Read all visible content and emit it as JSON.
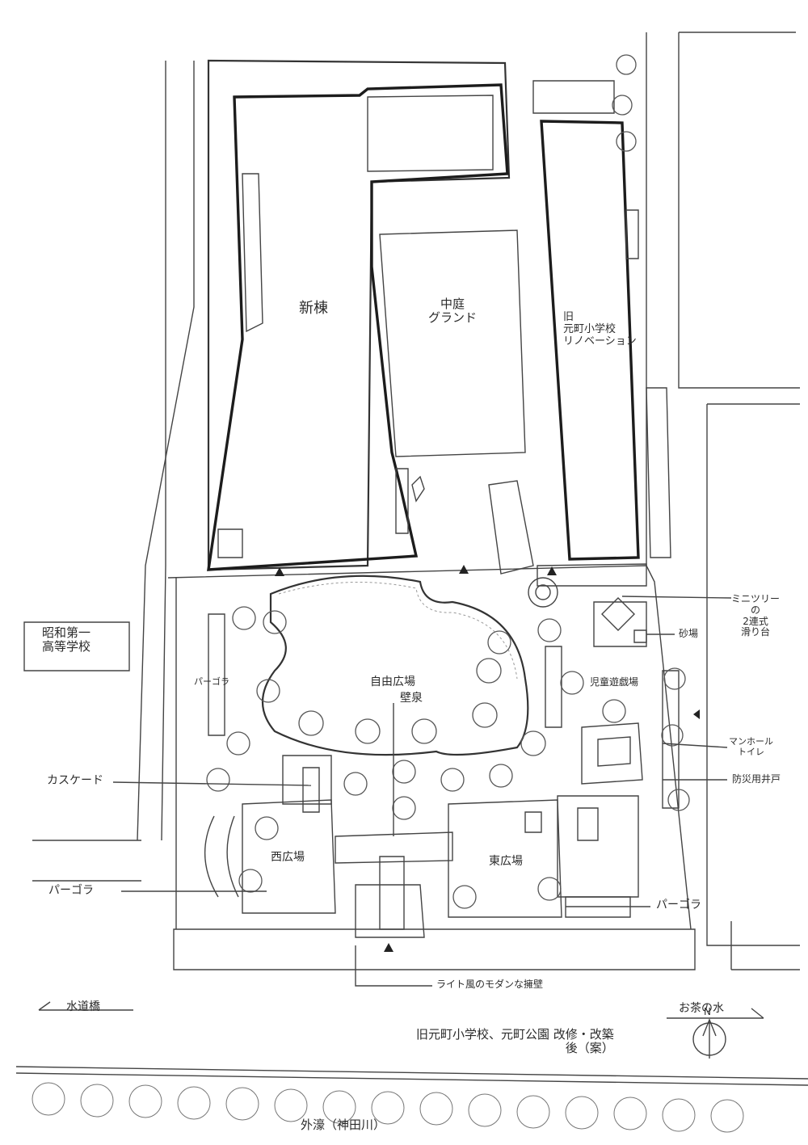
{
  "labels": {
    "new_building": "新棟",
    "courtyard": "中庭\nグランド",
    "old_school": "旧\n元町小学校\nリノベーション",
    "free_plaza": "自由広場",
    "wall_fountain": "壁泉",
    "cascade": "カスケード",
    "west_plaza": "西広場",
    "east_plaza": "東広場",
    "pergola_left": "パーゴラ",
    "pergola_west": "パーゴラ",
    "pergola_east": "パーゴラ",
    "kids_plaza": "児童遊戯場",
    "mini_tree": "ミニツリー\nの\n2連式\n滑り台",
    "sandbox": "砂場",
    "manhole_toilet": "マンホール\nトイレ",
    "disaster_well": "防災用井戸",
    "school_name": "昭和第一\n高等学校",
    "retaining_wall": "ライト風のモダンな擁壁",
    "suidobashi": "水道橋",
    "ochanomizu": "お茶の水",
    "caption": "旧元町小学校、元町公園 改修・改築\n後（案）",
    "north": "N",
    "moat": "外濠（神田川）"
  }
}
